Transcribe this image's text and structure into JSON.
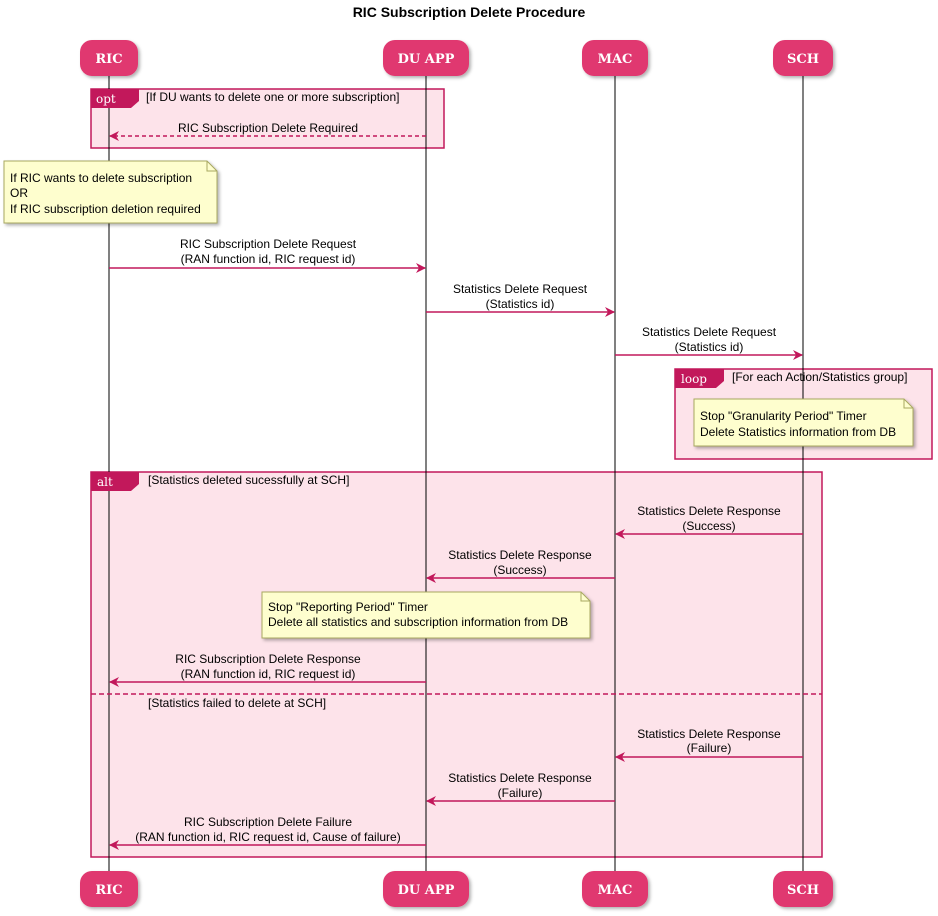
{
  "title": "RIC Subscription Delete Procedure",
  "participants": [
    "RIC",
    "DU APP",
    "MAC",
    "SCH"
  ],
  "fragments": {
    "opt": {
      "tag": "opt",
      "condition": "[If DU wants to delete one or more subscription]"
    },
    "loop": {
      "tag": "loop",
      "condition": "[For each Action/Statistics group]"
    },
    "alt": {
      "tag": "alt",
      "condition": "[Statistics deleted sucessfully at SCH]",
      "else_condition": "[Statistics failed to delete at SCH]"
    }
  },
  "notes": {
    "ric_note": [
      "If RIC wants to delete subscription",
      "OR",
      "If RIC subscription deletion required"
    ],
    "sch_note": [
      "Stop \"Granularity Period\" Timer",
      "Delete Statistics information from DB"
    ],
    "du_note": [
      "Stop \"Reporting Period\" Timer",
      "Delete all statistics and subscription information from DB"
    ]
  },
  "messages": [
    {
      "lines": [
        "RIC Subscription Delete Required"
      ],
      "from": "DU APP",
      "to": "RIC",
      "style": "dashed"
    },
    {
      "lines": [
        "RIC Subscription Delete Request",
        "(RAN function id, RIC request id)"
      ],
      "from": "RIC",
      "to": "DU APP",
      "style": "solid"
    },
    {
      "lines": [
        "Statistics Delete Request",
        "(Statistics id)"
      ],
      "from": "DU APP",
      "to": "MAC",
      "style": "solid"
    },
    {
      "lines": [
        "Statistics Delete Request",
        "(Statistics id)"
      ],
      "from": "MAC",
      "to": "SCH",
      "style": "solid"
    },
    {
      "lines": [
        "Statistics Delete Response",
        "(Success)"
      ],
      "from": "SCH",
      "to": "MAC",
      "style": "solid"
    },
    {
      "lines": [
        "Statistics Delete Response",
        "(Success)"
      ],
      "from": "MAC",
      "to": "DU APP",
      "style": "solid"
    },
    {
      "lines": [
        "RIC Subscription Delete Response",
        "(RAN function id, RIC request id)"
      ],
      "from": "DU APP",
      "to": "RIC",
      "style": "solid"
    },
    {
      "lines": [
        "Statistics Delete Response",
        "(Failure)"
      ],
      "from": "SCH",
      "to": "MAC",
      "style": "solid"
    },
    {
      "lines": [
        "Statistics Delete Response",
        "(Failure)"
      ],
      "from": "MAC",
      "to": "DU APP",
      "style": "solid"
    },
    {
      "lines": [
        "RIC Subscription Delete Failure",
        "(RAN function id, RIC request id, Cause of failure)"
      ],
      "from": "DU APP",
      "to": "RIC",
      "style": "solid"
    }
  ],
  "colors": {
    "participant_fill": "#e0386f",
    "arrow": "#c2185b",
    "frame_border": "#c2185b",
    "frame_fill": "#fde3ea",
    "note_fill": "#fefece",
    "note_border": "#a8a860"
  }
}
